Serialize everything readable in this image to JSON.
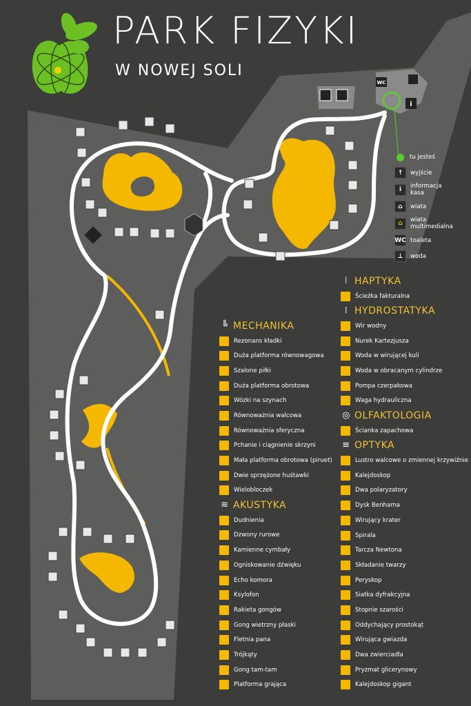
{
  "header": {
    "title": "PARK FIZYKI",
    "subtitle": "W NOWEJ SOLI"
  },
  "colors": {
    "background": "#3c3c3b",
    "ground": "#5d5d5c",
    "path": "#ffffff",
    "accent": "#f5b800",
    "logo_green": "#6cc024",
    "you_are_here": "#5ccf2a"
  },
  "map_key": [
    {
      "icon": "you-are-here-dot",
      "label": "tu jesteś"
    },
    {
      "icon": "exit-arrow-icon",
      "label": "wyjście"
    },
    {
      "icon": "info-cash-icon",
      "label": "informacja kasa"
    },
    {
      "icon": "shelter-icon",
      "label": "wiata"
    },
    {
      "icon": "multimedia-shelter-icon",
      "label": "wiata multimedialna"
    },
    {
      "icon": "wc-icon",
      "label": "toaleta"
    },
    {
      "icon": "water-tap-icon",
      "label": "woda"
    }
  ],
  "categories": {
    "mechanika": {
      "title": "MECHANIKA",
      "items": [
        "Rezonans kładki",
        "Duża platforma równowagowa",
        "Szalone piłki",
        "Duża platforma obrotowa",
        "Wózki na szynach",
        "Równoważnia walcowa",
        "Równoważnia sferyczna",
        "Pchanie i ciągnienie skrzyni",
        "Mała platforma obrotowa (piruet)",
        "Dwie sprzężone huśtawki",
        "Wielobloczek"
      ]
    },
    "akustyka": {
      "title": "AKUSTYKA",
      "items": [
        "Dudnienia",
        "Dzwony rurowe",
        "Kamienne cymbały",
        "Ogniskowanie dźwięku",
        "Echo komora",
        "Ksylofon",
        "Rakieta gongów",
        "Gong wietrzny płaski",
        "Fletnia pana",
        "Trójkąty",
        "Gong tam-tam",
        "Platforma grająca"
      ]
    },
    "haptyka": {
      "title": "HAPTYKA",
      "items": [
        "Ścieżka fakturalna"
      ]
    },
    "hydrostatyka": {
      "title": "HYDROSTATYKA",
      "items": [
        "Wir wodny",
        "Nurek Kartezjusza",
        "Woda w wirującej kuli",
        "Woda w obracanym cylindrze",
        "Pompa czerpakowa",
        "Waga hydrauliczna"
      ]
    },
    "olfaktologia": {
      "title": "OLFAKTOLOGIA",
      "items": [
        "Ścianka zapachowa"
      ]
    },
    "optyka": {
      "title": "OPTYKA",
      "items": [
        "Lustro walcowe o zmiennej krzywiźnie",
        "Kalejdoskop",
        "Dwa polaryzatory",
        "Dysk Benhama",
        "Wirujący krater",
        "Spirala",
        "Tarcza Newtona",
        "Składanie twarzy",
        "Peryskop",
        "Siatka dyfrakcyjna",
        "Stopnie szarości",
        "Oddychający prostokąt",
        "Wirująca gwiazda",
        "Dwa zwierciadła",
        "Pryzmat glicerynowy",
        "Kalejdoskop gigant"
      ]
    }
  },
  "map_labels": {
    "wc": "WC",
    "info": "i"
  }
}
